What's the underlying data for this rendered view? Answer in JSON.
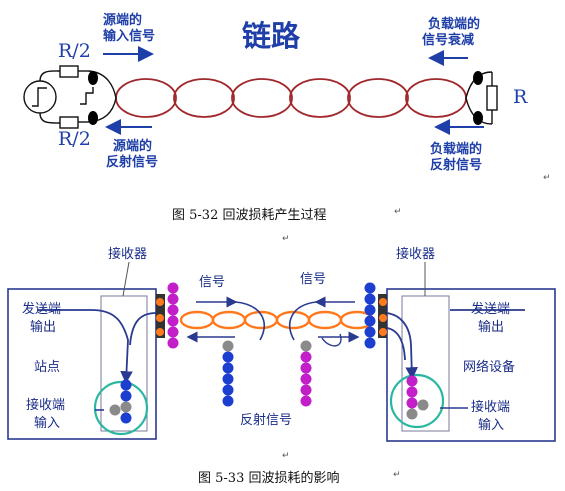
{
  "fig32": {
    "title": "链路",
    "src_input_1": "源端的",
    "src_input_2": "输入信号",
    "load_atten_1": "负载端的",
    "load_atten_2": "信号衰减",
    "src_reflect_1": "源端的",
    "src_reflect_2": "反射信号",
    "load_reflect_1": "负载端的",
    "load_reflect_2": "反射信号",
    "r_half_top": "R/2",
    "r_half_bottom": "R/2",
    "r_load": "R",
    "caption": "图 5-32    回波损耗产生过程"
  },
  "fig33": {
    "receiver_left": "接收器",
    "receiver_right": "接收器",
    "signal_left": "信号",
    "signal_right": "信号",
    "send_left_1": "发送端",
    "send_left_2": "输出",
    "station": "站点",
    "recv_left_1": "接收端",
    "recv_left_2": "输入",
    "send_right_1": "发送端",
    "send_right_2": "输出",
    "network_device": "网络设备",
    "recv_right_1": "接收端",
    "recv_right_2": "输入",
    "reflected": "反射信号",
    "caption": "图 5-33    回波损耗的影响"
  },
  "colors": {
    "label_blue": "#1f3fa8",
    "link_red": "#a0282c",
    "cable_orange": "#ff7a1e",
    "magenta_dot": "#c21fc8",
    "blue_dot": "#1d3fd0",
    "gray_dot": "#8a8a8a",
    "teal_circle": "#2ab7a0"
  }
}
